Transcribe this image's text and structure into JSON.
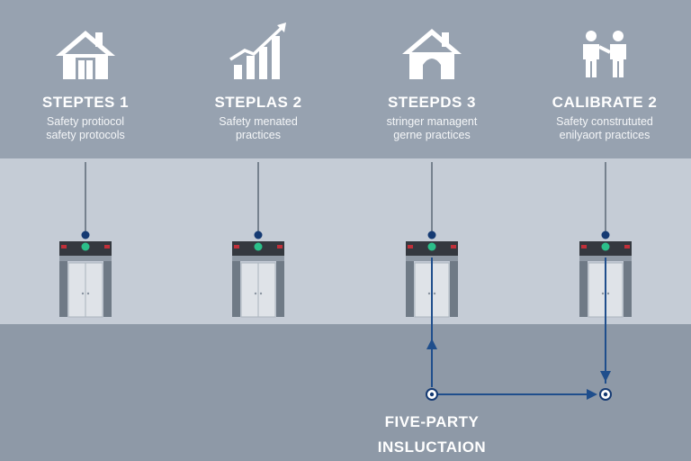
{
  "steps": [
    {
      "title": "STEPTES 1",
      "line1": "Safety protiocol",
      "line2": "safety protocols",
      "icon": "house-door-icon"
    },
    {
      "title": "STEPLAS 2",
      "line1": "Safety menated",
      "line2": "practices",
      "icon": "growth-chart-icon"
    },
    {
      "title": "STEEPDS 3",
      "line1": "stringer managent",
      "line2": "gerne practices",
      "icon": "house-arch-icon"
    },
    {
      "title": "CALIBRATE 2",
      "line1": "Safety constrututed",
      "line2": "enilyaort practices",
      "icon": "two-people-icon"
    }
  ],
  "footer": {
    "line1": "FIVE-PARTY",
    "line2": "INSLUCTAION"
  },
  "colors": {
    "line": "#1f4e8c",
    "node": "#153a73",
    "indicator": "#2bbf8a",
    "warning": "#c0303a",
    "panel": "#34383f",
    "door": "#dfe3e8",
    "frame": "#6f7a86"
  }
}
